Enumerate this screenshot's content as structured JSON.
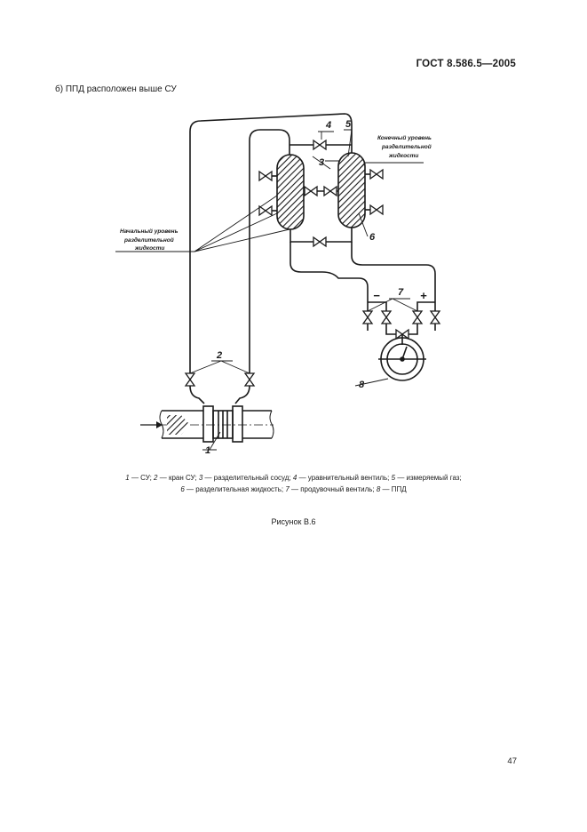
{
  "header": {
    "standard_code": "ГОСТ 8.586.5—2005"
  },
  "subtitle": "б)  ППД расположен выше СУ",
  "figure": {
    "numbers": {
      "n1": "1",
      "n2": "2",
      "n3": "3",
      "n4": "4",
      "n5": "5",
      "n6": "6",
      "n7": "7",
      "n8": "8"
    },
    "minus": "−",
    "plus": "+",
    "final_level": [
      "Конечный уровень",
      "разделительной",
      "жидкости"
    ],
    "initial_level": [
      "Начальный уровень",
      "разделительной",
      "жидкости"
    ]
  },
  "caption": {
    "line1": [
      {
        "n": "1",
        "t": " — СУ; "
      },
      {
        "n": "2",
        "t": " — кран СУ; "
      },
      {
        "n": "3",
        "t": " — разделительный сосуд; "
      },
      {
        "n": "4",
        "t": " — уравнительный вентиль; "
      },
      {
        "n": "5",
        "t": " —  измеряемый газ;"
      }
    ],
    "line2": [
      {
        "n": "6",
        "t": " — разделительная жидкость; "
      },
      {
        "n": "7",
        "t": " — продувочный вентиль; "
      },
      {
        "n": "8",
        "t": " — ППД"
      }
    ]
  },
  "figure_title": "Рисунок В.6",
  "page_number": "47"
}
